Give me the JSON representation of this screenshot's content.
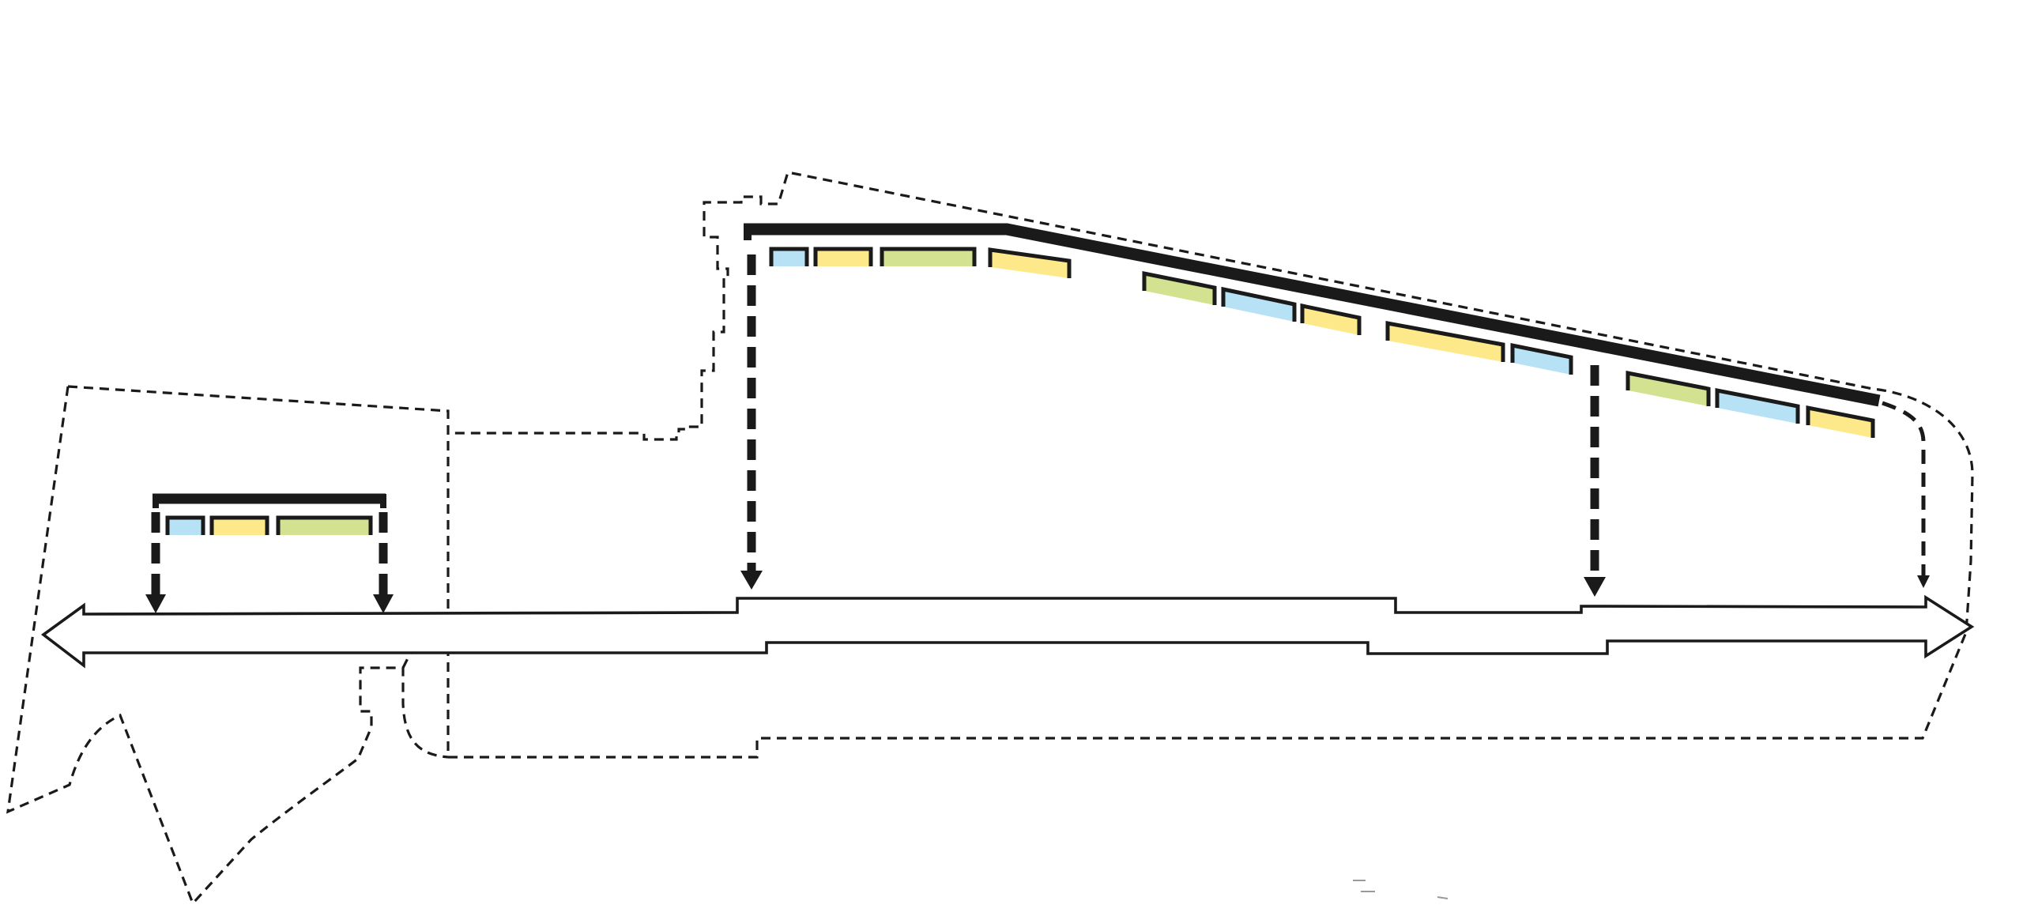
{
  "colors": {
    "blue": "#b7e1f4",
    "yellow": "#fde88a",
    "green": "#d3e291",
    "line": "#1a1a1a",
    "background": "#ffffff"
  },
  "west_units": [
    "blue",
    "yellow",
    "green"
  ],
  "roof_units": [
    "blue",
    "yellow",
    "green",
    "yellow",
    "green",
    "blue",
    "yellow",
    "yellow",
    "blue",
    "green",
    "blue",
    "yellow"
  ],
  "arrows": [
    "west-left",
    "west-right",
    "main",
    "middle",
    "east"
  ]
}
